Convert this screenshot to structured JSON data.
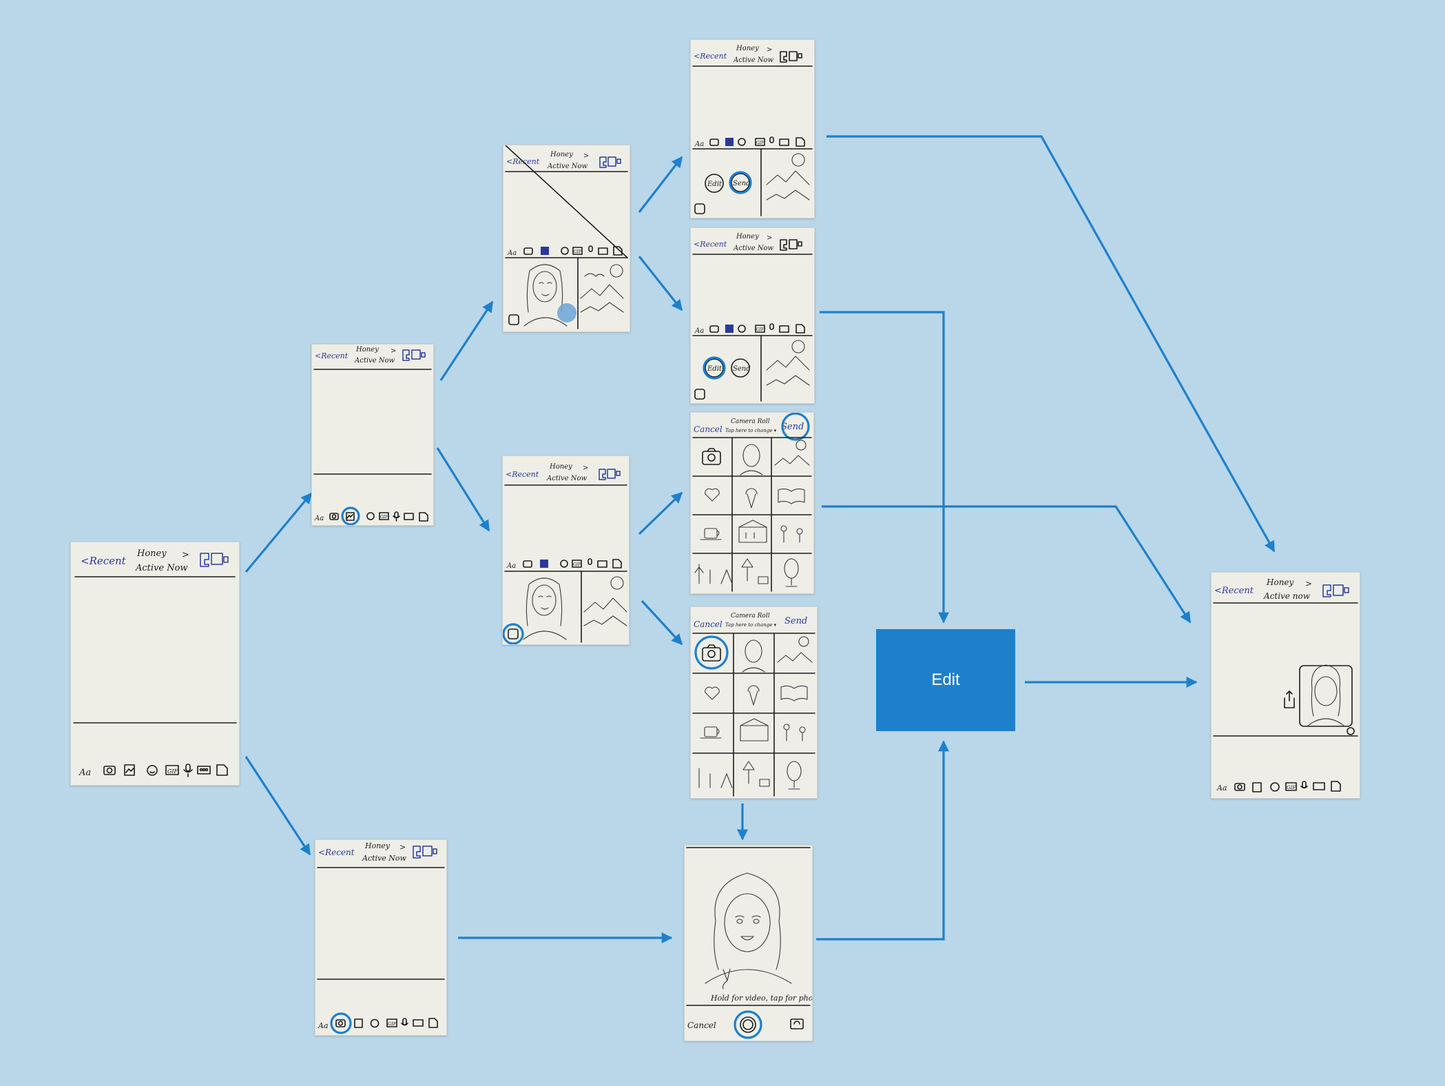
{
  "chat": {
    "back": "<Recent",
    "name": "Honey",
    "chevron": ">",
    "status": "Active Now",
    "status_alt": "Active now",
    "toolbar": {
      "text_label": "Aa",
      "gif_label": "GIF",
      "icons": [
        "text-icon",
        "camera-icon",
        "photo-icon",
        "emoji-icon",
        "gif-icon",
        "mic-icon",
        "more-icon",
        "file-icon"
      ]
    }
  },
  "photo_picker": {
    "edit": "Edit",
    "send": "Send"
  },
  "camera_roll": {
    "cancel": "Cancel",
    "title": "Camera Roll",
    "subtitle": "Tap here to change ▾",
    "send": "Send"
  },
  "camera": {
    "hint": "Hold for video, tap for photo",
    "cancel": "Cancel"
  },
  "edit_node": {
    "label": "Edit"
  },
  "colors": {
    "background": "#b9d7e9",
    "accent": "#1e80cc",
    "paper": "#eeeee7",
    "ink": "#1b1b1b",
    "pen_blue": "#2a3a9a"
  }
}
